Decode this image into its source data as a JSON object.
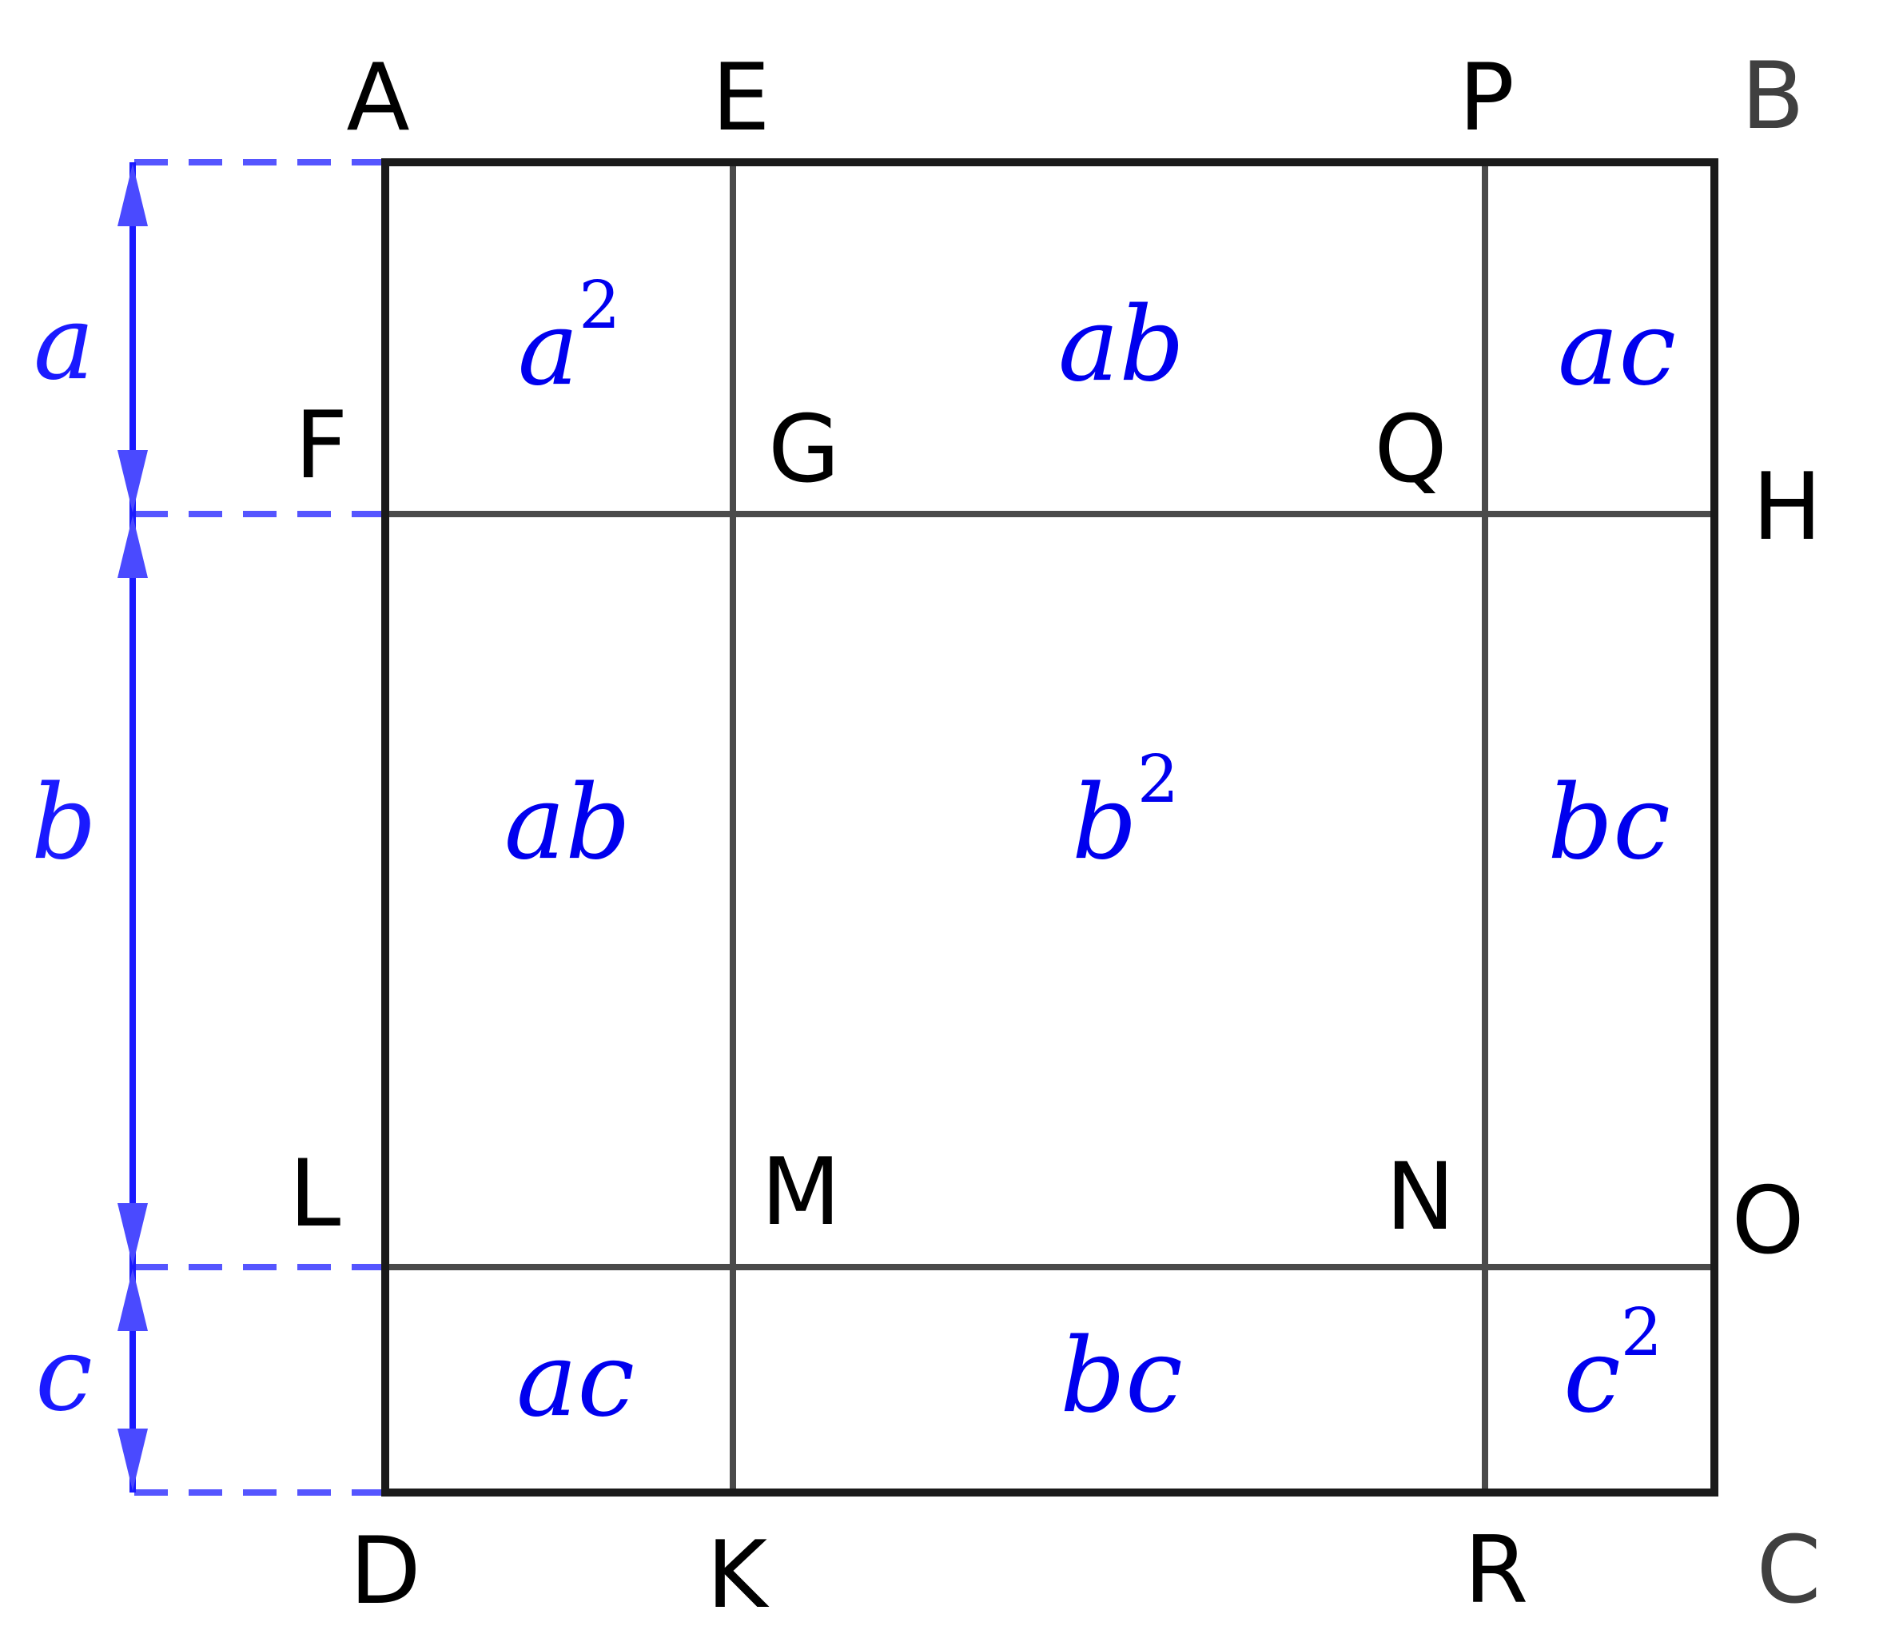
{
  "colors": {
    "outline": "#1a1a1a",
    "inner_line": "#4a4a4a",
    "label_black": "#000000",
    "label_gray": "#404040",
    "dimension": "#1a1aff",
    "dimension_dashed": "#5555ff",
    "area_text": "#0000ee"
  },
  "points": {
    "A": "A",
    "E": "E",
    "P": "P",
    "B": "B",
    "F": "F",
    "G": "G",
    "Q": "Q",
    "H": "H",
    "L": "L",
    "M": "M",
    "N": "N",
    "O": "O",
    "D": "D",
    "K": "K",
    "R": "R",
    "C": "C"
  },
  "dimensions": {
    "a": "a",
    "b": "b",
    "c": "c"
  },
  "regions": {
    "r1c1": {
      "base": "a",
      "sup": "2"
    },
    "r1c2": {
      "base": "ab",
      "sup": ""
    },
    "r1c3": {
      "base": "ac",
      "sup": ""
    },
    "r2c1": {
      "base": "ab",
      "sup": ""
    },
    "r2c2": {
      "base": "b",
      "sup": "2"
    },
    "r2c3": {
      "base": "bc",
      "sup": ""
    },
    "r3c1": {
      "base": "ac",
      "sup": ""
    },
    "r3c2": {
      "base": "bc",
      "sup": ""
    },
    "r3c3": {
      "base": "c",
      "sup": "2"
    }
  }
}
